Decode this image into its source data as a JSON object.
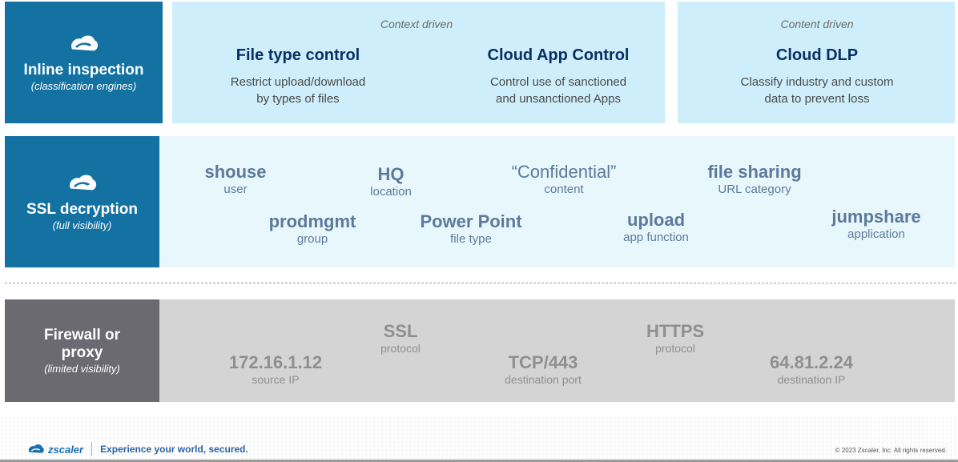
{
  "rows": {
    "inline": {
      "title": "Inline inspection",
      "subtitle": "(classification engines)",
      "context_label": "Context driven",
      "content_label": "Content driven",
      "features": [
        {
          "title": "File type control",
          "desc1": "Restrict upload/download",
          "desc2": "by types of files"
        },
        {
          "title": "Cloud App Control",
          "desc1": "Control use of sanctioned",
          "desc2": "and unsanctioned Apps"
        },
        {
          "title": "Cloud DLP",
          "desc1": "Classify industry and custom",
          "desc2": "data to prevent loss"
        }
      ]
    },
    "ssl": {
      "title": "SSL decryption",
      "subtitle": "(full visibility)",
      "tags": [
        {
          "value": "shouse",
          "kind": "user"
        },
        {
          "value": "HQ",
          "kind": "location"
        },
        {
          "value": "“Confidential”",
          "kind": "content"
        },
        {
          "value": "file sharing",
          "kind": "URL category"
        },
        {
          "value": "prodmgmt",
          "kind": "group"
        },
        {
          "value": "Power Point",
          "kind": "file type"
        },
        {
          "value": "upload",
          "kind": "app function"
        },
        {
          "value": "jumpshare",
          "kind": "application"
        }
      ]
    },
    "firewall": {
      "title1": "Firewall or",
      "title2": "proxy",
      "subtitle": "(limited visibility)",
      "tags": [
        {
          "value": "SSL",
          "kind": "protocol"
        },
        {
          "value": "HTTPS",
          "kind": "protocol"
        },
        {
          "value": "172.16.1.12",
          "kind": "source IP"
        },
        {
          "value": "TCP/443",
          "kind": "destination port"
        },
        {
          "value": "64.81.2.24",
          "kind": "destination IP"
        }
      ]
    }
  },
  "footer": {
    "brand": "zscaler",
    "tagline": "Experience your world, secured.",
    "copyright": "© 2023  Zscaler, Inc. All rights reserved."
  },
  "colors": {
    "side_blue": "#1372a2",
    "side_gray": "#6b6a70",
    "panel_light": "#cdeefa",
    "panel_lighter": "#e8f7fc",
    "panel_gray": "#d4d4d4",
    "feature_title": "#0b2f64",
    "tag_text": "#5c7a9c"
  },
  "icons": [
    "zscaler-cloud-icon"
  ]
}
